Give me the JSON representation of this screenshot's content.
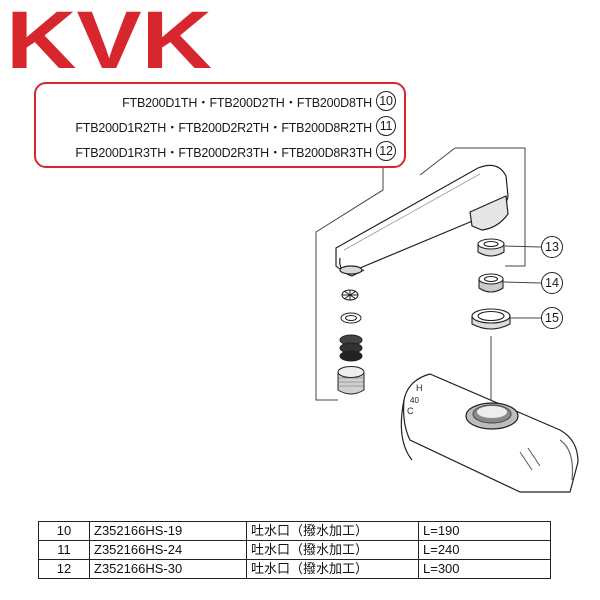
{
  "brand": {
    "logo_text": "KVK",
    "color": "#d7262d"
  },
  "models": [
    {
      "text": "FTB200D1TH・FTB200D2TH・FTB200D8TH",
      "ref": "10"
    },
    {
      "text": "FTB200D1R2TH・FTB200D2R2TH・FTB200D8R2TH",
      "ref": "11"
    },
    {
      "text": "FTB200D1R3TH・FTB200D2R3TH・FTB200D8R3TH",
      "ref": "12"
    }
  ],
  "callouts": [
    "13",
    "14",
    "15"
  ],
  "dial_marks": {
    "h": "H",
    "t40": "40",
    "c": "C"
  },
  "parts": [
    {
      "no": "10",
      "code": "Z352166HS-19",
      "name": "吐水口（撥水加工）",
      "length": "L=190"
    },
    {
      "no": "11",
      "code": "Z352166HS-24",
      "name": "吐水口（撥水加工）",
      "length": "L=240"
    },
    {
      "no": "12",
      "code": "Z352166HS-30",
      "name": "吐水口（撥水加工）",
      "length": "L=300"
    }
  ]
}
